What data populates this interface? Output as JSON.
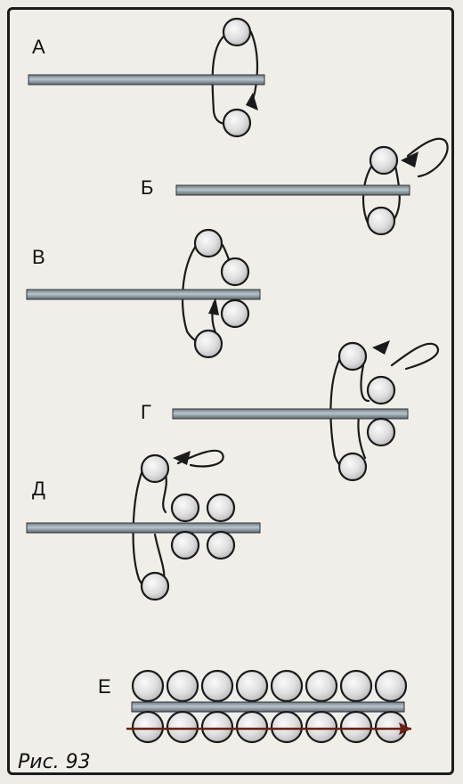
{
  "figure": {
    "caption": "Рис. 93",
    "panels": [
      {
        "id": "A",
        "label": "А"
      },
      {
        "id": "B",
        "label": "Б"
      },
      {
        "id": "V",
        "label": "В"
      },
      {
        "id": "G",
        "label": "Г"
      },
      {
        "id": "D",
        "label": "Д"
      },
      {
        "id": "E",
        "label": "Е"
      }
    ]
  },
  "colors": {
    "needle": "#8e9aa3",
    "bead": "#e2e2e2",
    "thread": "#1a1a1a",
    "final_thread": "#6b1f14"
  }
}
